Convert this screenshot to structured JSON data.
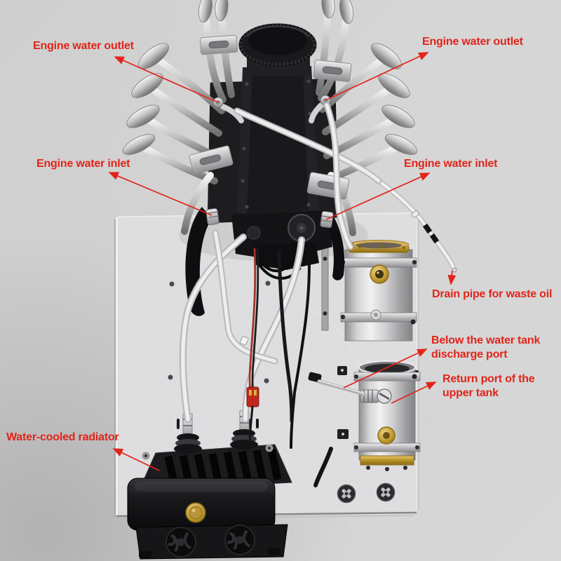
{
  "annotations": {
    "color": "#e2241a",
    "labels": [
      {
        "id": "engine-water-outlet-left",
        "text": "Engine water outlet"
      },
      {
        "id": "engine-water-outlet-right",
        "text": "Engine water outlet"
      },
      {
        "id": "engine-water-inlet-left",
        "text": "Engine water inlet"
      },
      {
        "id": "engine-water-inlet-right",
        "text": "Engine water inlet"
      },
      {
        "id": "drain-pipe",
        "text": "Drain pipe for waste oil"
      },
      {
        "id": "discharge-port",
        "text": "Below the water tank discharge port"
      },
      {
        "id": "return-port",
        "text": "Return port of the upper tank"
      },
      {
        "id": "radiator",
        "text": "Water-cooled radiator"
      }
    ]
  }
}
